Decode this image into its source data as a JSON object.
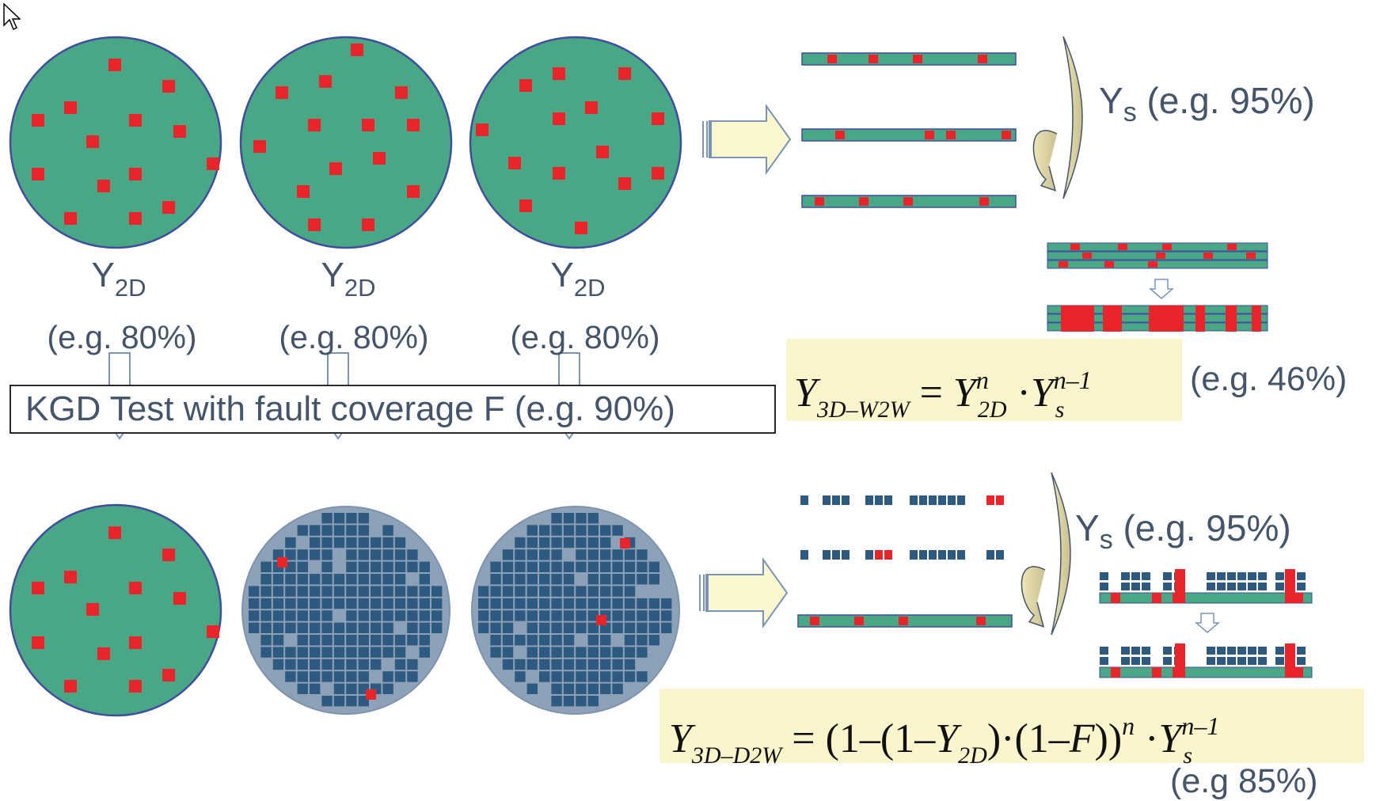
{
  "top_row": {
    "wafers": [
      {
        "y_main": "Y",
        "y_sub": "2D",
        "eg": "(e.g. 80%)"
      },
      {
        "y_main": "Y",
        "y_sub": "2D",
        "eg": "(e.g. 80%)"
      },
      {
        "y_main": "Y",
        "y_sub": "2D",
        "eg": "(e.g. 80%)"
      }
    ],
    "stack_yield": {
      "y_main": "Y",
      "y_sub": "s",
      "eg": "(e.g. 95%)"
    }
  },
  "kgd_box": {
    "text": "KGD Test with fault coverage F (e.g. 90%)"
  },
  "formula_w2w": {
    "lhs": "Y",
    "lhs_sub": "3D–W2W",
    "equals": "=",
    "t1": "Y",
    "t1_sup": "n",
    "t1_sub": "2D",
    "dot": "·",
    "t2": "Y",
    "t2_sup": "n–1",
    "t2_sub": "s",
    "eg": "(e.g. 46%)"
  },
  "bottom_row": {
    "stack_yield": {
      "y_main": "Y",
      "y_sub": "s",
      "eg": "(e.g. 95%)"
    }
  },
  "formula_d2w": {
    "lhs": "Y",
    "lhs_sub": "3D–D2W",
    "body_a": "= (1–(1–",
    "y": "Y",
    "y_sub": "2D",
    "body_b": ")·(1–",
    "f": "F",
    "body_c": "))",
    "n_sup": "n",
    "dot": "·",
    "t2": "Y",
    "t2_sup": "n–1",
    "t2_sub": "s",
    "eg": "(e.g 85%)"
  },
  "colors": {
    "wafer_green": "#4AA785",
    "defect_red": "#E8252A",
    "wafer_outline": "#3F4E9E",
    "die_blue": "#2F5A80",
    "tested_wafer_bg": "#8DA2B8",
    "label_text": "#44546A",
    "formula_bg": "#FBF5CD",
    "arrow_fill": "#FBF8D0",
    "hollow_arrow": "#7A94B8"
  }
}
